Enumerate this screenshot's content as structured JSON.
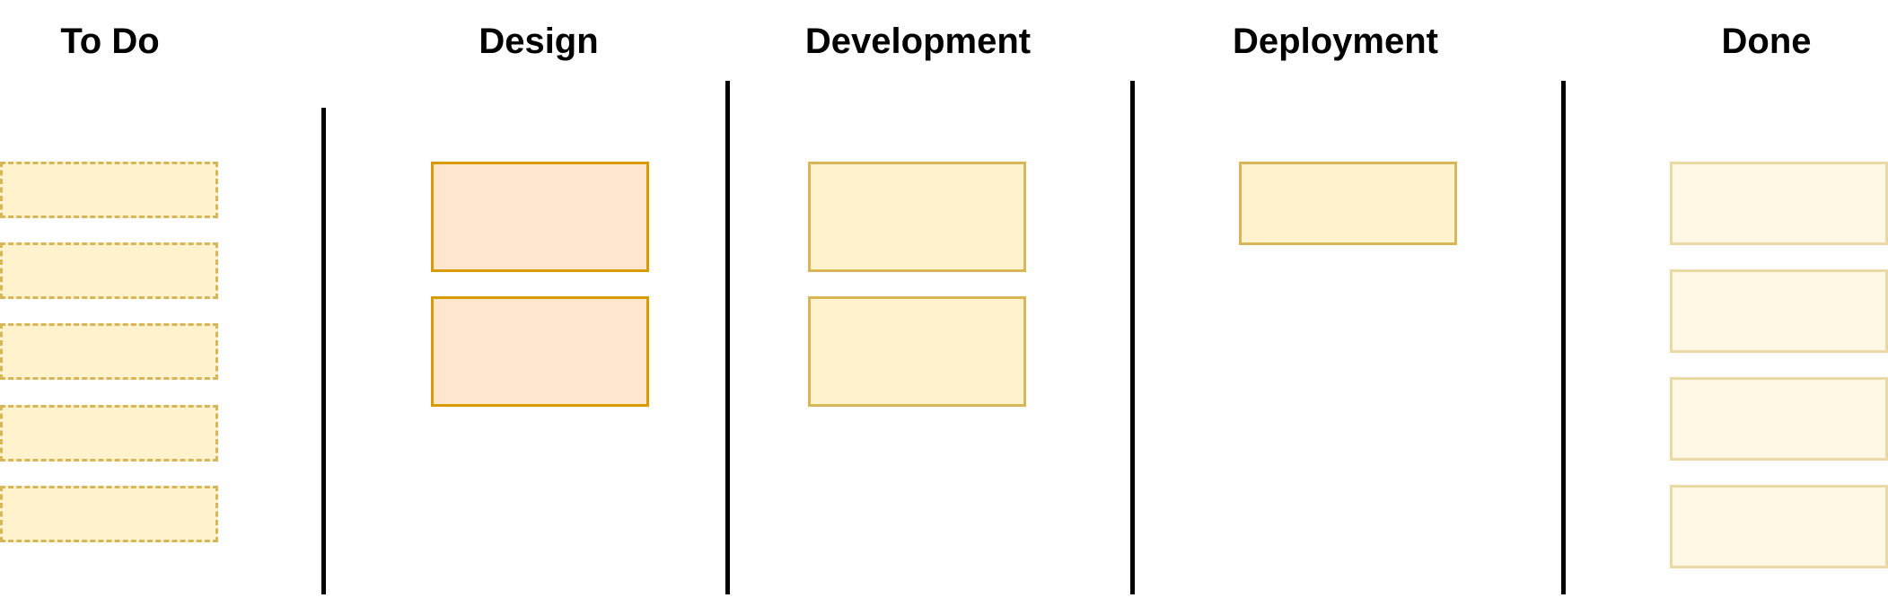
{
  "board": {
    "columns": [
      {
        "id": "todo",
        "title": "To Do",
        "card_count": 5,
        "card_style": "dashed"
      },
      {
        "id": "design",
        "title": "Design",
        "card_count": 2,
        "card_style": "solid"
      },
      {
        "id": "development",
        "title": "Development",
        "card_count": 2,
        "card_style": "solid"
      },
      {
        "id": "deployment",
        "title": "Deployment",
        "card_count": 1,
        "card_style": "solid"
      },
      {
        "id": "done",
        "title": "Done",
        "card_count": 4,
        "card_style": "faded"
      }
    ],
    "colors": {
      "todo_fill": "#fff2cc",
      "todo_stroke": "#d6b656",
      "design_fill": "#ffe6cc",
      "design_stroke": "#d79b00",
      "dev_fill": "#fff2cc",
      "dev_stroke": "#d6b656",
      "done_fill": "#fff8e5",
      "done_stroke": "#ebd9a3",
      "divider": "#000000"
    }
  }
}
